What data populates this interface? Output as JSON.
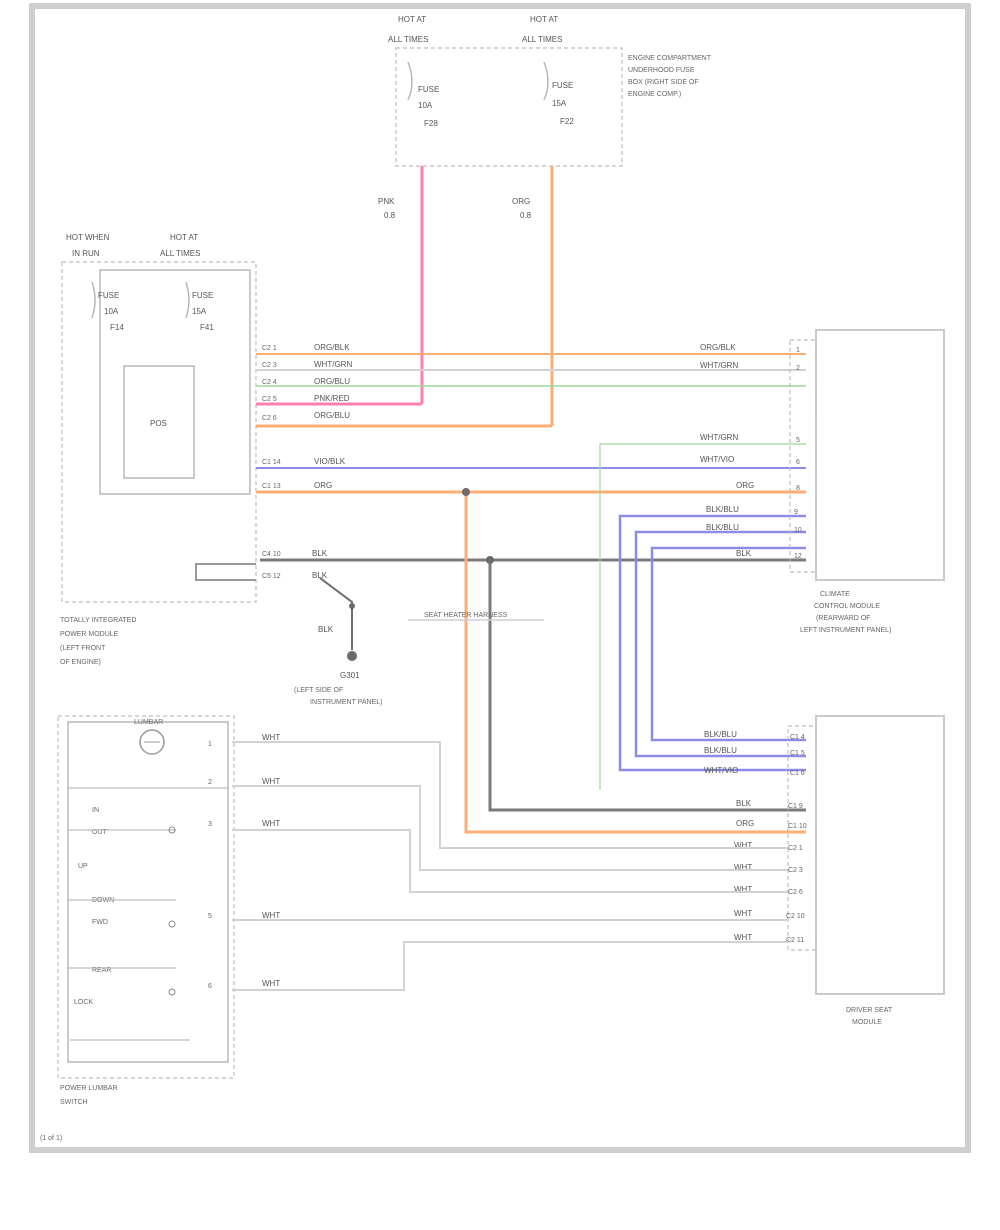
{
  "colors": {
    "frame": "#cfcfcf",
    "orange": "#ffae73",
    "pink": "#ff7fb0",
    "purple": "#8c8ce8",
    "green": "#9ed69e",
    "grey_dark": "#7a7a7a",
    "grey_light": "#d2d2d2",
    "ground": "#6b6b6b"
  },
  "components": {
    "fuse_block_top": {
      "header_left": "HOT AT",
      "header_left_sub": "ALL TIMES",
      "header_right": "HOT AT",
      "header_right_sub": "ALL TIMES",
      "fuse_left": "FUSE",
      "fuse_left_amp": "10A",
      "fuse_left_num": "F28",
      "fuse_right": "FUSE",
      "fuse_right_amp": "15A",
      "fuse_right_num": "F22",
      "desc": [
        "ENGINE COMPARTMENT",
        "UNDERHOOD FUSE",
        "BOX (RIGHT SIDE OF",
        "ENGINE COMP.)"
      ]
    },
    "power_module": {
      "header_left": "HOT WHEN",
      "header_left_sub": "IN RUN",
      "header_right": "HOT AT",
      "header_right_sub": "ALL TIMES",
      "fuse_left": "FUSE",
      "fuse_left_amp": "10A",
      "fuse_left_num": "F14",
      "fuse_right": "FUSE",
      "fuse_right_amp": "15A",
      "fuse_right_num": "F41",
      "inner": "POS",
      "desc": [
        "TOTALLY INTEGRATED",
        "POWER MODULE",
        "(LEFT FRONT",
        "OF ENGINE)"
      ]
    },
    "control_module": {
      "desc": [
        "CLIMATE",
        "CONTROL MODULE",
        "(REARWARD OF",
        "LEFT INSTRUMENT PANEL)"
      ]
    },
    "seat_module": {
      "desc": [
        "DRIVER SEAT",
        "MODULE"
      ]
    },
    "switch": {
      "desc": [
        "POWER LUMBAR",
        "SWITCH"
      ],
      "rows": [
        "LUMBAR",
        "IN",
        "OUT",
        "UP",
        "DOWN",
        "FWD",
        "REAR",
        "LOCK"
      ]
    },
    "ground": {
      "label": "G301",
      "desc": [
        "(LEFT SIDE OF",
        "INSTRUMENT PANEL)"
      ],
      "wire": "BLK"
    }
  },
  "wires": {
    "top_left": {
      "color": "PNK",
      "size": "0.8"
    },
    "top_right": {
      "color": "ORG",
      "size": "0.8"
    },
    "pm_rows": [
      {
        "pin": "C2 1",
        "label": "ORG/BLK"
      },
      {
        "pin": "C2 3",
        "label": "WHT/GRN"
      },
      {
        "pin": "C2 4",
        "label": "ORG/BLU"
      },
      {
        "pin": "C2 5",
        "label": "PNK/RED"
      },
      {
        "pin": "C2 6",
        "label": "ORG/BLU"
      },
      {
        "pin": "C1 14",
        "label": "VIO/BLK"
      },
      {
        "pin": "C1 13",
        "label": "ORG"
      }
    ],
    "ground_rows": [
      {
        "pin": "C4 10",
        "label": "BLK"
      },
      {
        "pin": "C5 12",
        "label": "BLK"
      }
    ],
    "cm_rows": [
      {
        "pin": "1",
        "label": "ORG/BLK"
      },
      {
        "pin": "2",
        "label": "WHT/GRN"
      },
      {
        "pin": "5",
        "label": "WHT/GRN"
      },
      {
        "pin": "6",
        "label": "WHT/VIO"
      },
      {
        "pin": "8",
        "label": "ORG"
      },
      {
        "pin": "9",
        "label": "BLK/BLU"
      },
      {
        "pin": "10",
        "label": "BLK/BLU"
      },
      {
        "pin": "12",
        "label": "BLK"
      }
    ],
    "seat_rows": [
      {
        "pin": "C1 4",
        "label": "BLK/BLU"
      },
      {
        "pin": "C1 5",
        "label": "BLK/BLU"
      },
      {
        "pin": "C1 6",
        "label": "WHT/VIO"
      },
      {
        "pin": "C1 9",
        "label": "BLK"
      },
      {
        "pin": "C1 10",
        "label": "ORG"
      },
      {
        "pin": "C2 1",
        "label": "WHT"
      },
      {
        "pin": "C2 3",
        "label": "WHT"
      },
      {
        "pin": "C2 6",
        "label": "WHT"
      },
      {
        "pin": "C2 10",
        "label": "WHT"
      },
      {
        "pin": "C2 11",
        "label": "WHT"
      }
    ],
    "switch_rows": [
      {
        "pin": "1",
        "label": "WHT"
      },
      {
        "pin": "2",
        "label": "WHT"
      },
      {
        "pin": "3",
        "label": "WHT"
      },
      {
        "pin": "5",
        "label": "WHT"
      },
      {
        "pin": "6",
        "label": "WHT"
      }
    ],
    "center_label": "SEAT HEATER HARNESS"
  },
  "footer": "(1 of 1)"
}
